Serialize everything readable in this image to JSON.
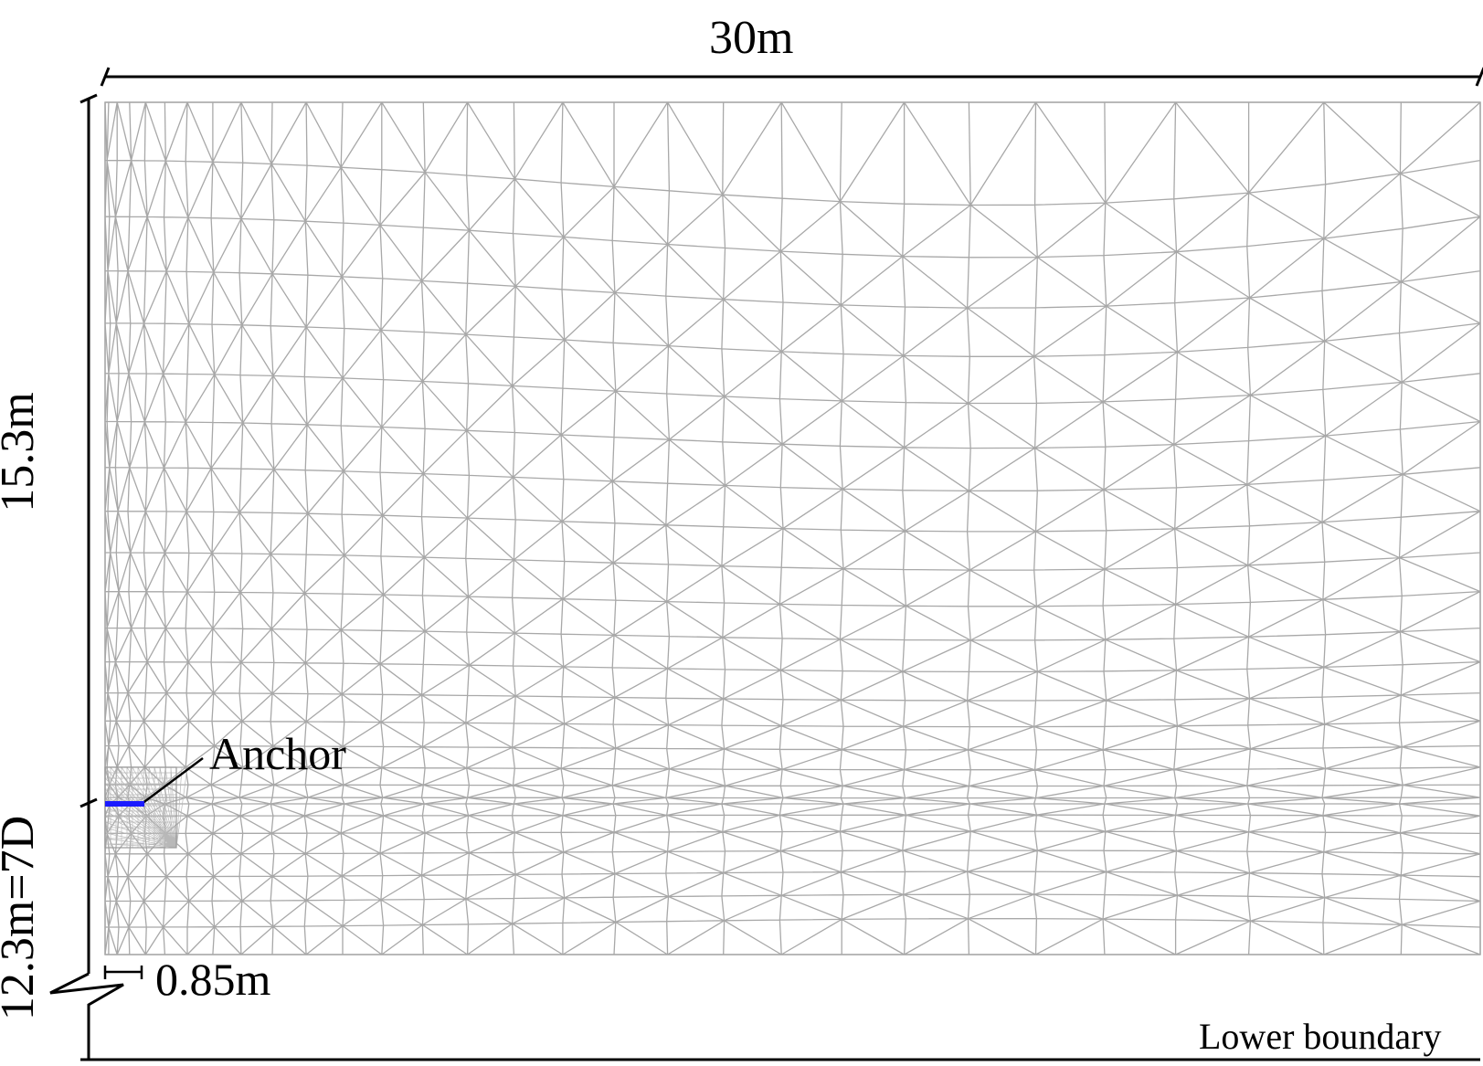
{
  "labels": {
    "width": "30m",
    "upper_height": "15.3m",
    "lower_height": "12.3m=7D",
    "anchor": "Anchor",
    "anchor_diameter": "0.85m",
    "lower_boundary": "Lower boundary"
  },
  "colors": {
    "mesh": "#a8a8a8",
    "anchor": "#1a1aff",
    "dimension_lines": "#000000",
    "background": "#ffffff"
  }
}
